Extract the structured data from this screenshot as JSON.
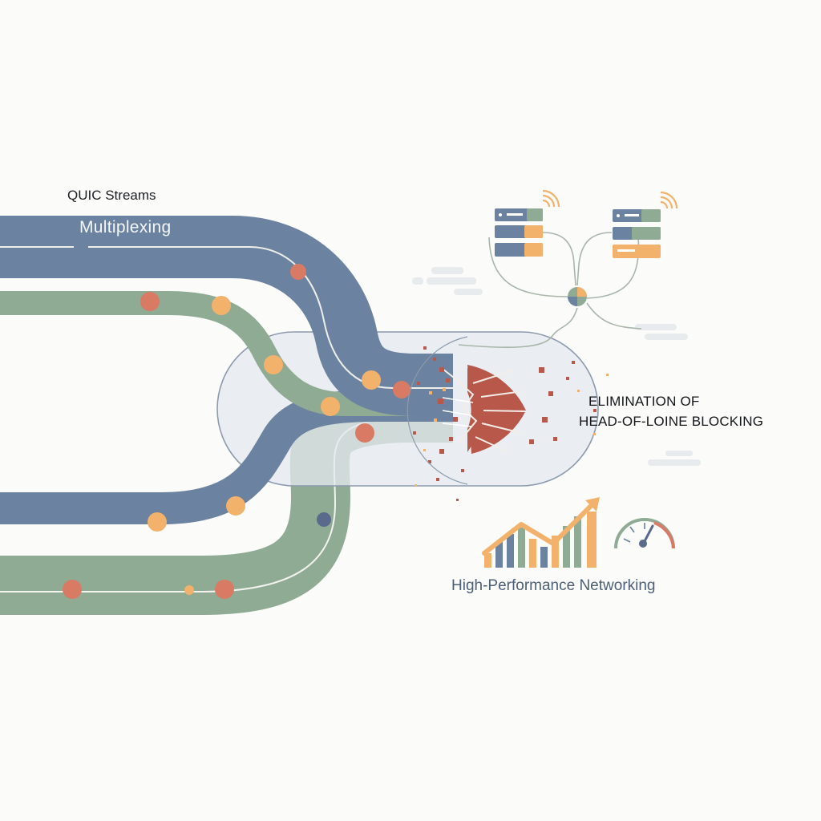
{
  "diagram": {
    "title": "QUIC Streams",
    "subtitle": "Multiplexing",
    "elimination_line1": "ELIMINATION OF",
    "elimination_line2": "HEAD-OF-LOINE BLOCKING",
    "performance_label": "High-Performance Networking"
  },
  "icons": {
    "servers": "server-rack-icon",
    "wifi": "wifi-signal-icon",
    "chart": "growth-bar-chart-icon",
    "gauge": "speedometer-icon",
    "blocker": "shattered-block-icon",
    "hub": "network-hub-icon"
  },
  "colors": {
    "blue_stream": "#6b82a0",
    "green_stream": "#8fab94",
    "terracotta": "#b8584a",
    "orange_dot": "#f2b26b",
    "red_dot": "#d97a64",
    "capsule": "#e4eaf0",
    "navy_dot": "#5a6a8c"
  }
}
